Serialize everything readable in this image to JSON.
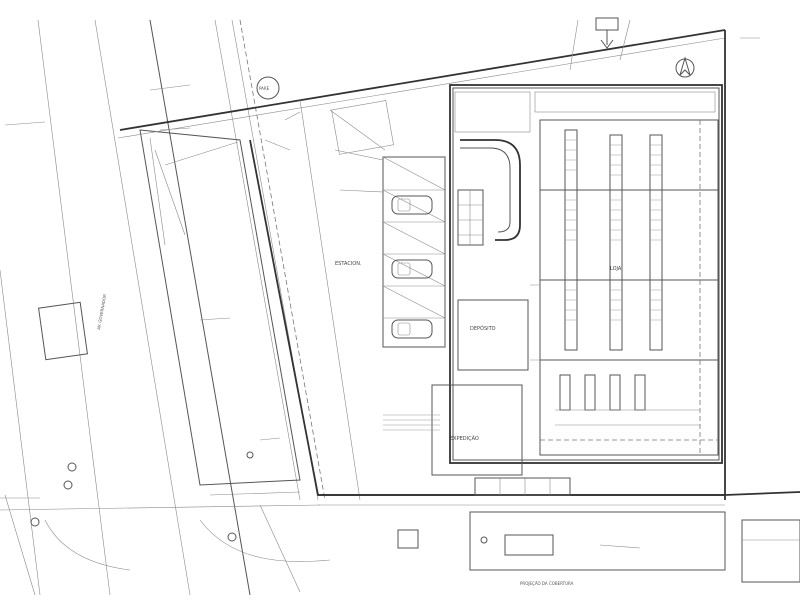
{
  "drawing": {
    "stop_sign": "PARE",
    "compass_mark": "N",
    "blocks": {
      "sales_area": "LOJA",
      "expedition": "EXPEDIÇÃO",
      "deposit": "DEPÓSITO",
      "parking": "ESTACION."
    },
    "bottom_note": "PROJEÇÃO DA COBERTURA",
    "road_label": "AV. GOVERNADOR"
  }
}
